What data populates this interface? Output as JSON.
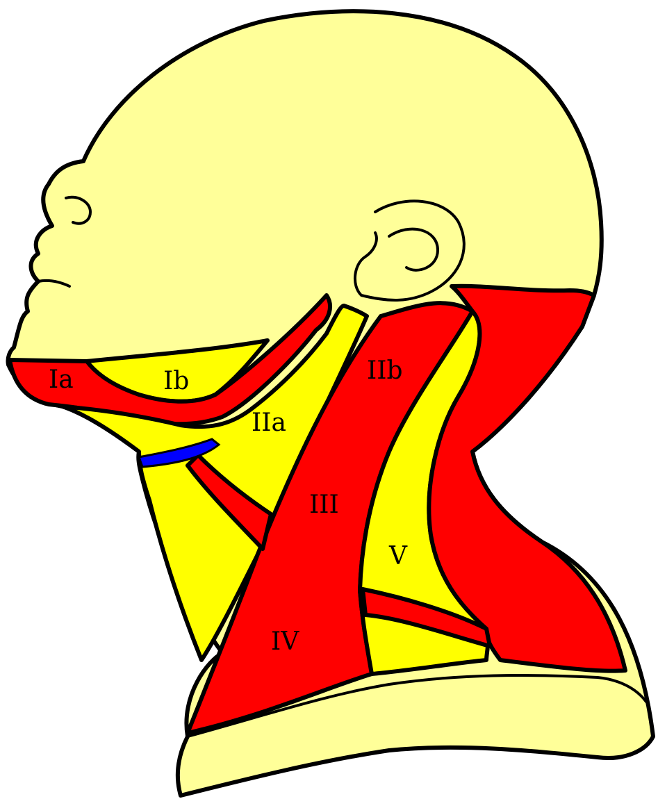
{
  "colors": {
    "skin": "#ffff99",
    "muscle": "#ff0000",
    "level_region": "#ffff00",
    "vessel": "#0000ff",
    "outline": "#000000"
  },
  "labels": {
    "ia": "Ia",
    "ib": "Ib",
    "iia": "IIa",
    "iib": "IIb",
    "iii": "III",
    "iv": "IV",
    "v": "V"
  }
}
